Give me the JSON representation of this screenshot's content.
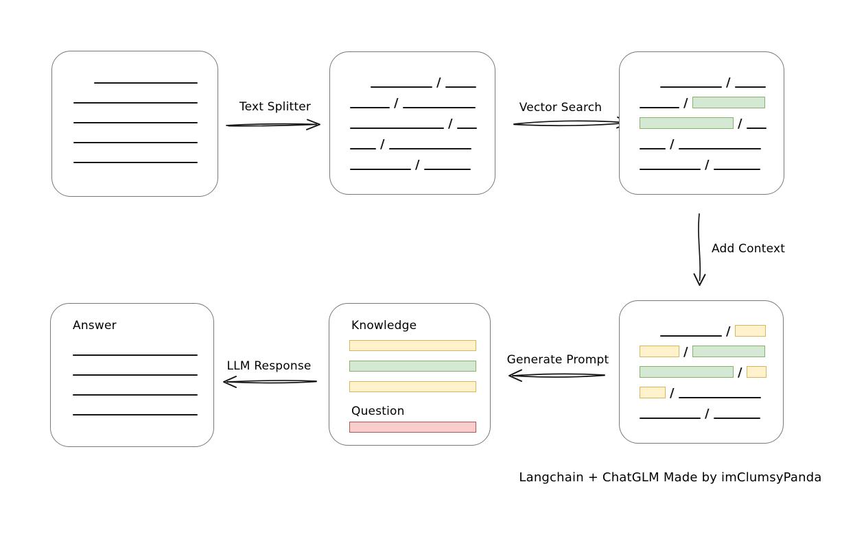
{
  "caption": "Langchain + ChatGLM Made by imClumsyPanda",
  "colors": {
    "line": "#141414",
    "box_border": "#777777",
    "green_fill": "#d5e8d4",
    "green_border": "#82b366",
    "yellow_fill": "#fff2cc",
    "yellow_border": "#d6b656",
    "red_fill": "#f8cecc",
    "red_border": "#b85450"
  },
  "arrows": {
    "text_splitter": {
      "label": "Text Splitter",
      "direction": "right"
    },
    "vector_search": {
      "label": "Vector Search",
      "direction": "right"
    },
    "add_context": {
      "label": "Add Context",
      "direction": "down"
    },
    "generate_prompt": {
      "label": "Generate Prompt",
      "direction": "left"
    },
    "llm_response": {
      "label": "LLM Response",
      "direction": "left"
    }
  },
  "nodes": {
    "document": {
      "rows": [
        {
          "indent": 30,
          "segments": [
            {
              "type": "line",
              "width": 151
            }
          ]
        },
        {
          "segments": [
            {
              "type": "line",
              "width": 181
            }
          ]
        },
        {
          "segments": [
            {
              "type": "line",
              "width": 181
            }
          ]
        },
        {
          "segments": [
            {
              "type": "line",
              "width": 181
            }
          ]
        },
        {
          "segments": [
            {
              "type": "line",
              "width": 181
            }
          ]
        }
      ]
    },
    "split_text": {
      "rows": [
        {
          "indent": 30,
          "segments": [
            {
              "type": "line",
              "width": 90
            },
            {
              "type": "line",
              "width": 45
            }
          ]
        },
        {
          "segments": [
            {
              "type": "line",
              "width": 58
            },
            {
              "type": "line",
              "width": 106
            }
          ]
        },
        {
          "segments": [
            {
              "type": "line",
              "width": 137
            },
            {
              "type": "line",
              "width": 29
            }
          ]
        },
        {
          "segments": [
            {
              "type": "line",
              "width": 38
            },
            {
              "type": "line",
              "width": 120
            }
          ]
        },
        {
          "segments": [
            {
              "type": "line",
              "width": 89
            },
            {
              "type": "line",
              "width": 68
            }
          ]
        }
      ]
    },
    "vector_search_result": {
      "rows": [
        {
          "indent": 30,
          "segments": [
            {
              "type": "line",
              "width": 90
            },
            {
              "type": "line",
              "width": 45
            }
          ]
        },
        {
          "segments": [
            {
              "type": "line",
              "width": 58
            },
            {
              "type": "green",
              "width": 106
            }
          ]
        },
        {
          "segments": [
            {
              "type": "green",
              "width": 137
            },
            {
              "type": "line",
              "width": 29
            }
          ]
        },
        {
          "segments": [
            {
              "type": "line",
              "width": 38
            },
            {
              "type": "line",
              "width": 120
            }
          ]
        },
        {
          "segments": [
            {
              "type": "line",
              "width": 89
            },
            {
              "type": "line",
              "width": 68
            }
          ]
        }
      ]
    },
    "context": {
      "rows": [
        {
          "indent": 30,
          "segments": [
            {
              "type": "line",
              "width": 90
            },
            {
              "type": "yellow",
              "width": 45
            }
          ]
        },
        {
          "segments": [
            {
              "type": "yellow",
              "width": 58
            },
            {
              "type": "green",
              "width": 106
            }
          ]
        },
        {
          "segments": [
            {
              "type": "green",
              "width": 137
            },
            {
              "type": "yellow",
              "width": 29
            }
          ]
        },
        {
          "segments": [
            {
              "type": "yellow",
              "width": 38
            },
            {
              "type": "line",
              "width": 120
            }
          ]
        },
        {
          "segments": [
            {
              "type": "line",
              "width": 89
            },
            {
              "type": "line",
              "width": 68
            }
          ]
        }
      ]
    },
    "prompt": {
      "knowledge_label": "Knowledge",
      "question_label": "Question",
      "knowledge_rows": [
        {
          "segments": [
            {
              "type": "yellow",
              "width": 185
            }
          ]
        },
        {
          "segments": [
            {
              "type": "green",
              "width": 185
            }
          ]
        },
        {
          "segments": [
            {
              "type": "yellow",
              "width": 185
            }
          ]
        }
      ],
      "question_rows": [
        {
          "segments": [
            {
              "type": "red",
              "width": 185
            }
          ]
        }
      ]
    },
    "answer": {
      "label": "Answer",
      "rows": [
        {
          "segments": [
            {
              "type": "line",
              "width": 182
            }
          ]
        },
        {
          "segments": [
            {
              "type": "line",
              "width": 182
            }
          ]
        },
        {
          "segments": [
            {
              "type": "line",
              "width": 182
            }
          ]
        },
        {
          "segments": [
            {
              "type": "line",
              "width": 182
            }
          ]
        }
      ]
    }
  }
}
